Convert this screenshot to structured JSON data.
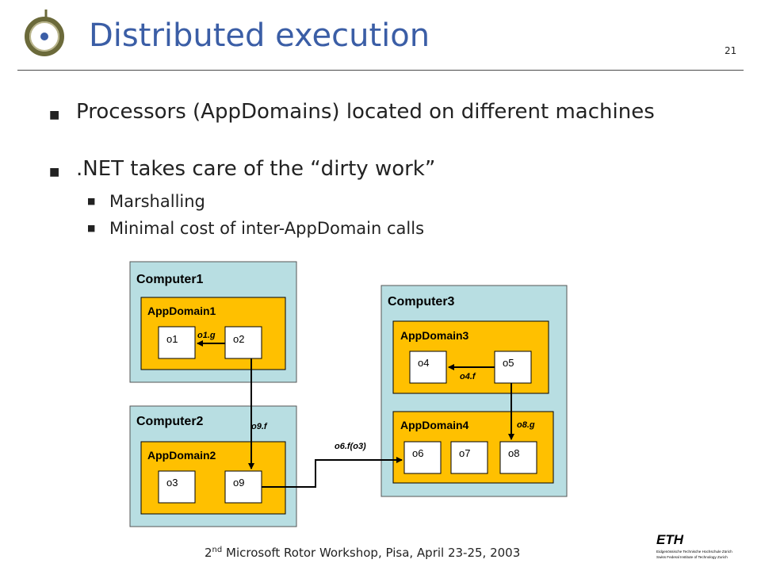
{
  "slide": {
    "title": "Distributed execution",
    "number": "21",
    "bullets": [
      {
        "text": "Processors (AppDomains) located on different machines"
      },
      {
        "text": ".NET takes care of the “dirty work”",
        "sub": [
          "Marshalling",
          "Minimal cost of inter-AppDomain calls"
        ]
      }
    ]
  },
  "diagram": {
    "computers": [
      {
        "label": "Computer1",
        "appdomains": [
          {
            "label": "AppDomain1",
            "objects": [
              "o1",
              "o2"
            ]
          }
        ]
      },
      {
        "label": "Computer2",
        "appdomains": [
          {
            "label": "AppDomain2",
            "objects": [
              "o3",
              "o9"
            ]
          }
        ]
      },
      {
        "label": "Computer3",
        "appdomains": [
          {
            "label": "AppDomain3",
            "objects": [
              "o4",
              "o5"
            ]
          },
          {
            "label": "AppDomain4",
            "objects": [
              "o6",
              "o7",
              "o8"
            ]
          }
        ]
      }
    ],
    "calls": [
      {
        "from": "o2",
        "to": "o1",
        "label": "o1.g"
      },
      {
        "from": "o2",
        "to": "o9",
        "label": "o9.f"
      },
      {
        "from": "o9",
        "to": "o6",
        "label": "o6.f(o3)"
      },
      {
        "from": "o5",
        "to": "o4",
        "label": "o4.f"
      },
      {
        "from": "o5",
        "to": "o8",
        "label": "o8.g"
      }
    ],
    "colors": {
      "computer_fill": "#b8dee2",
      "appdomain_fill": "#ffc000",
      "object_fill": "#ffffff",
      "stroke": "#000000"
    }
  },
  "footer": {
    "ordinal": "2",
    "ordinal_suffix": "nd",
    "text": " Microsoft Rotor Workshop, Pisa, April 23-25, 2003"
  },
  "logos": {
    "top_left": "ring-logo",
    "bottom_right": {
      "wordmark": "ETH",
      "line1": "Eidgenössische Technische Hochschule Zürich",
      "line2": "Swiss Federal Institute of Technology Zurich"
    }
  }
}
